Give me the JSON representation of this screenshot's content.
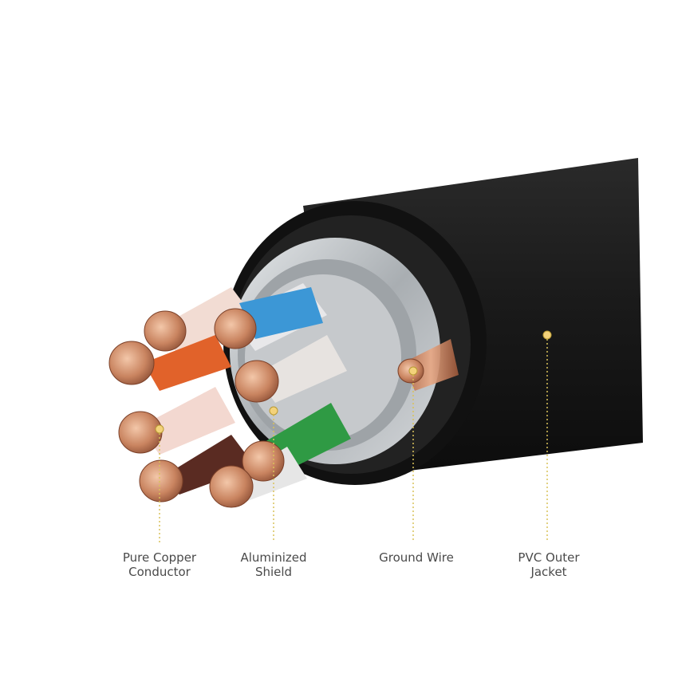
{
  "colors": {
    "background": "#ffffff",
    "jacket": "#1a1a1a",
    "jacket_rim": "#0d0d0d",
    "shield": "#bfc3c6",
    "copper": "#c98460",
    "callout_line": "#d9c25a",
    "label_text": "#4a4a4a"
  },
  "callouts": [
    {
      "id": "conductor",
      "lines": [
        "Pure Copper",
        "Conductor"
      ]
    },
    {
      "id": "shield",
      "lines": [
        "Aluminized",
        "Shield"
      ]
    },
    {
      "id": "ground",
      "lines": [
        "Ground Wire"
      ]
    },
    {
      "id": "jacket",
      "lines": [
        "PVC Outer",
        "Jacket"
      ]
    }
  ],
  "wire_insulation_colors": [
    "#f2dcd3",
    "#e1622a",
    "#e8e8ea",
    "#3c97d6",
    "#e7e3e0",
    "#f3d8d0",
    "#5a2b22",
    "#2f9a44"
  ]
}
